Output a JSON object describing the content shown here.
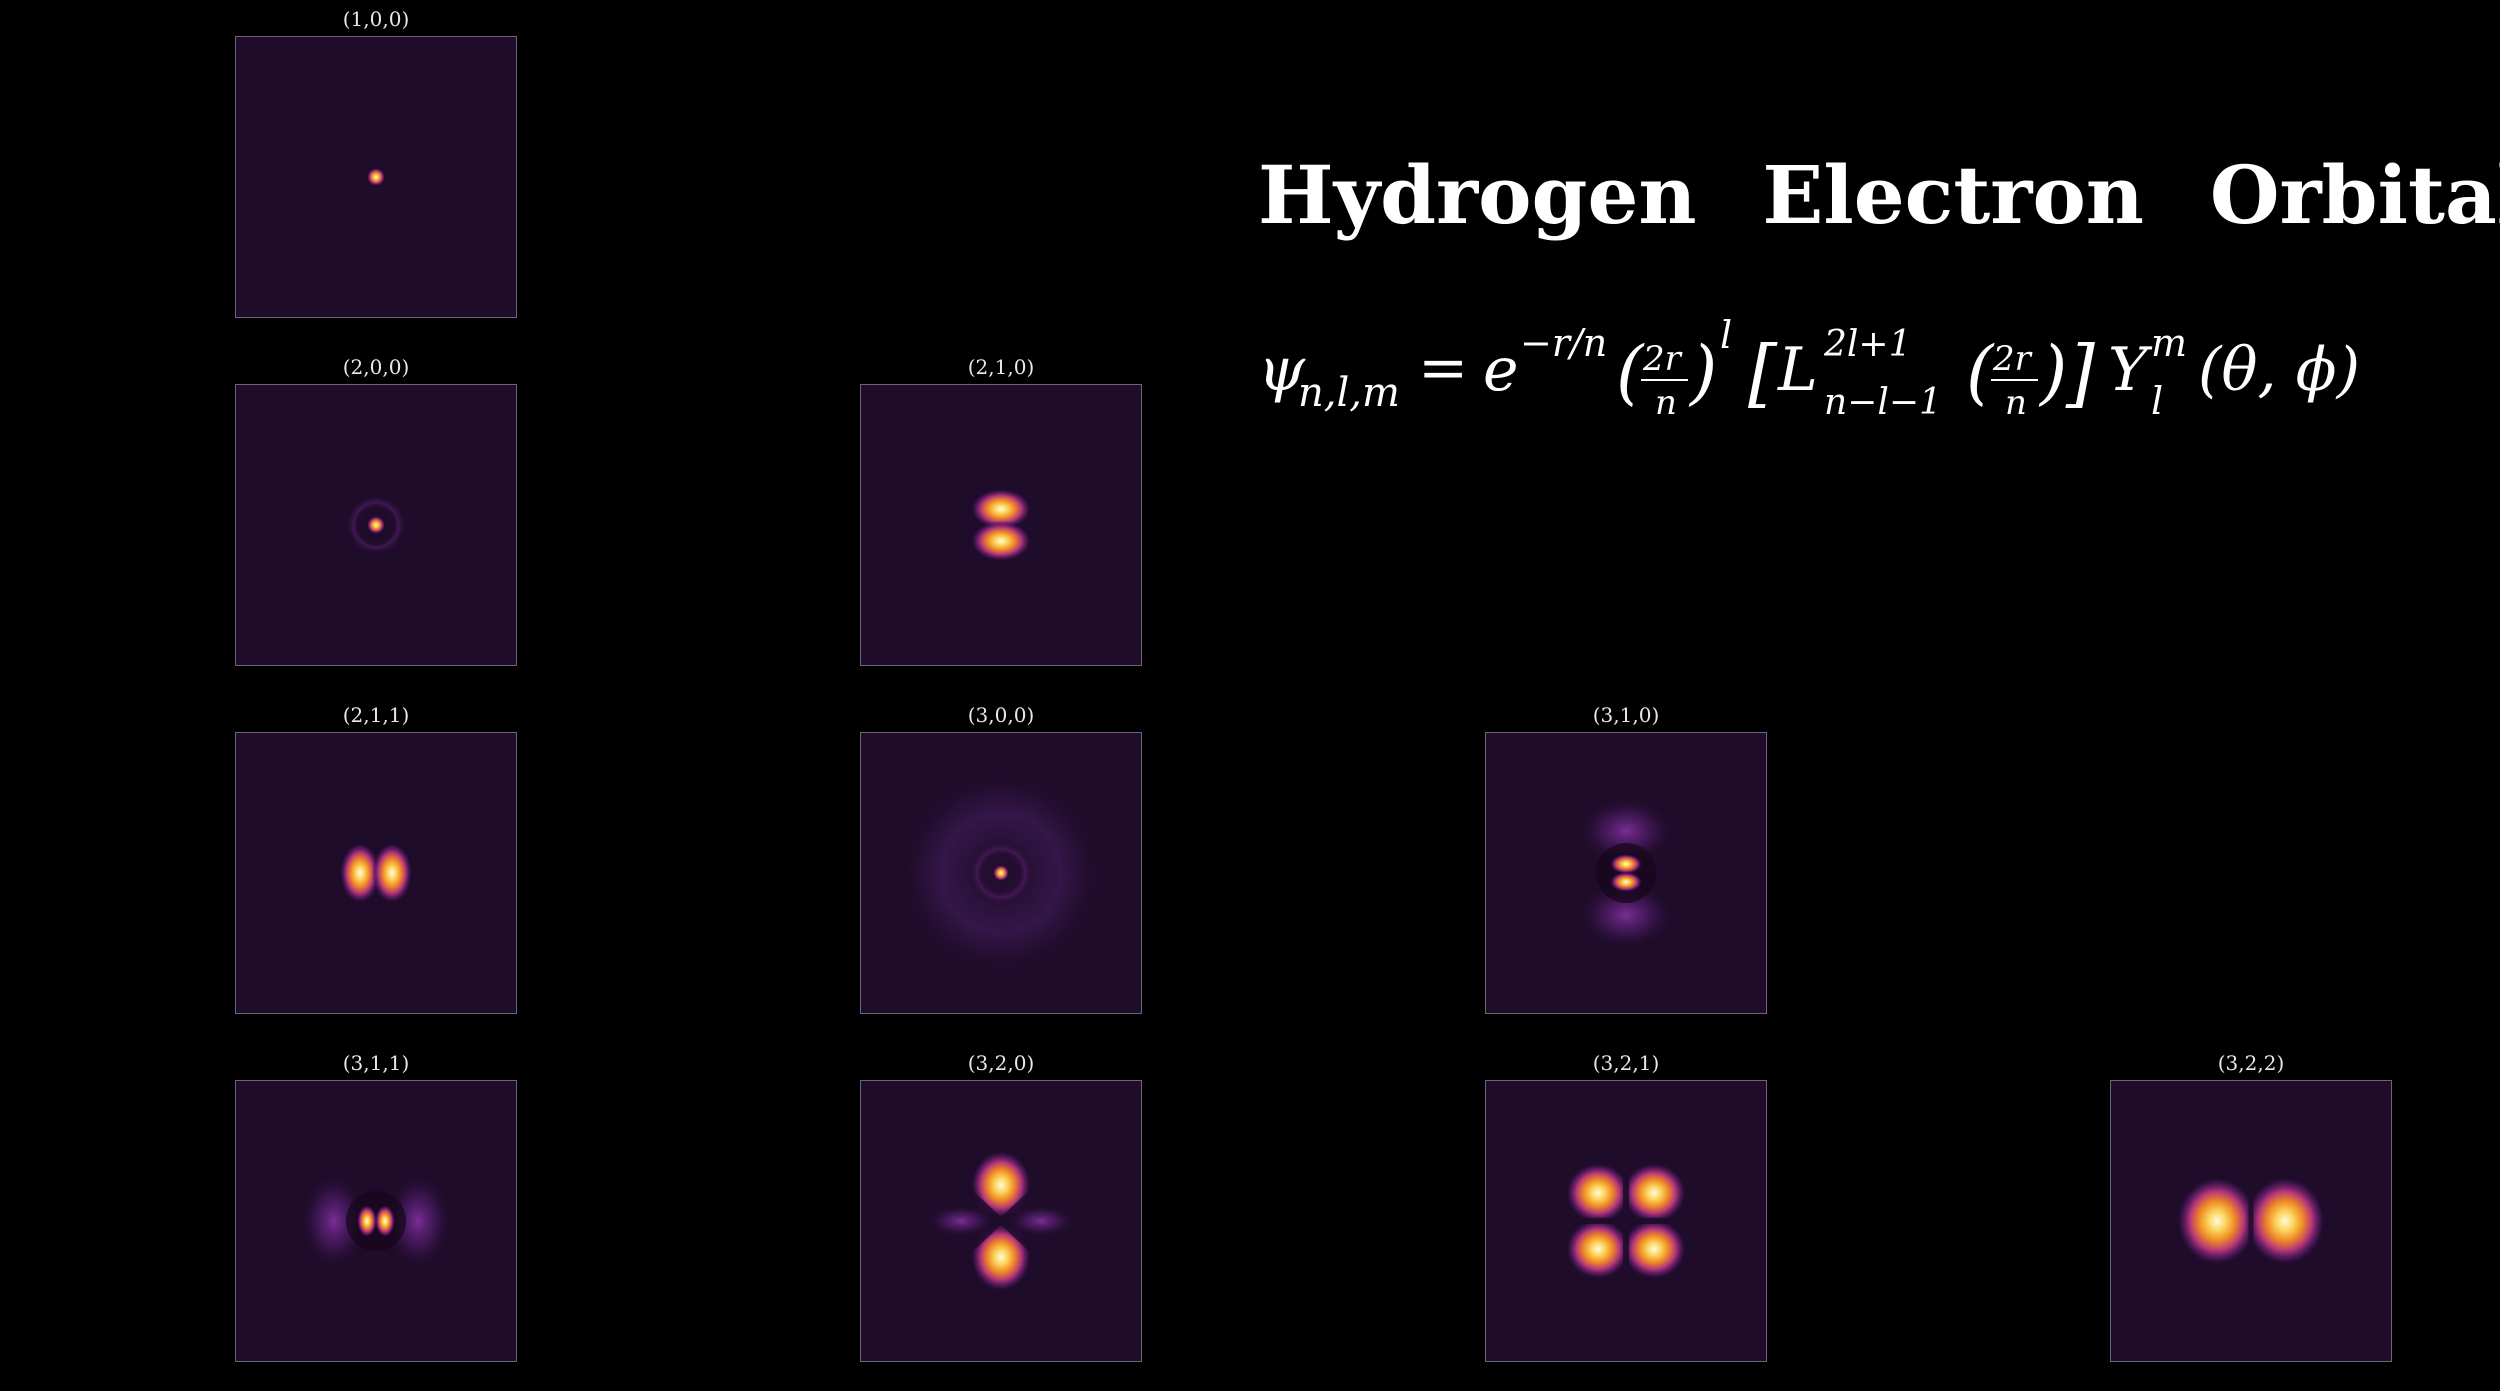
{
  "title": "Hydrogen  Electron  Orbitals",
  "equation": {
    "lhs": "ψ",
    "lhs_sub": "n,l,m",
    "equals": "=",
    "exp_base": "e",
    "exp_sup": "−r/n",
    "frac_num": "2r",
    "frac_den": "n",
    "power_l": "l",
    "laguerre": "L",
    "laguerre_sup": "2l+1",
    "laguerre_sub": "n−l−1",
    "ylm": "Y",
    "ylm_sup": "m",
    "ylm_sub": "l",
    "ylm_args": "(θ, ϕ)"
  },
  "colors": {
    "background": "#000000",
    "panel_background": "#1f0c2a",
    "panel_border": "#6d6478",
    "colormap": "inferno"
  },
  "panels": [
    {
      "label": "(1,0,0)"
    },
    {
      "label": "(2,0,0)"
    },
    {
      "label": "(2,1,0)"
    },
    {
      "label": "(2,1,1)"
    },
    {
      "label": "(3,0,0)"
    },
    {
      "label": "(3,1,0)"
    },
    {
      "label": "(3,1,1)"
    },
    {
      "label": "(3,2,0)"
    },
    {
      "label": "(3,2,1)"
    },
    {
      "label": "(3,2,2)"
    }
  ]
}
